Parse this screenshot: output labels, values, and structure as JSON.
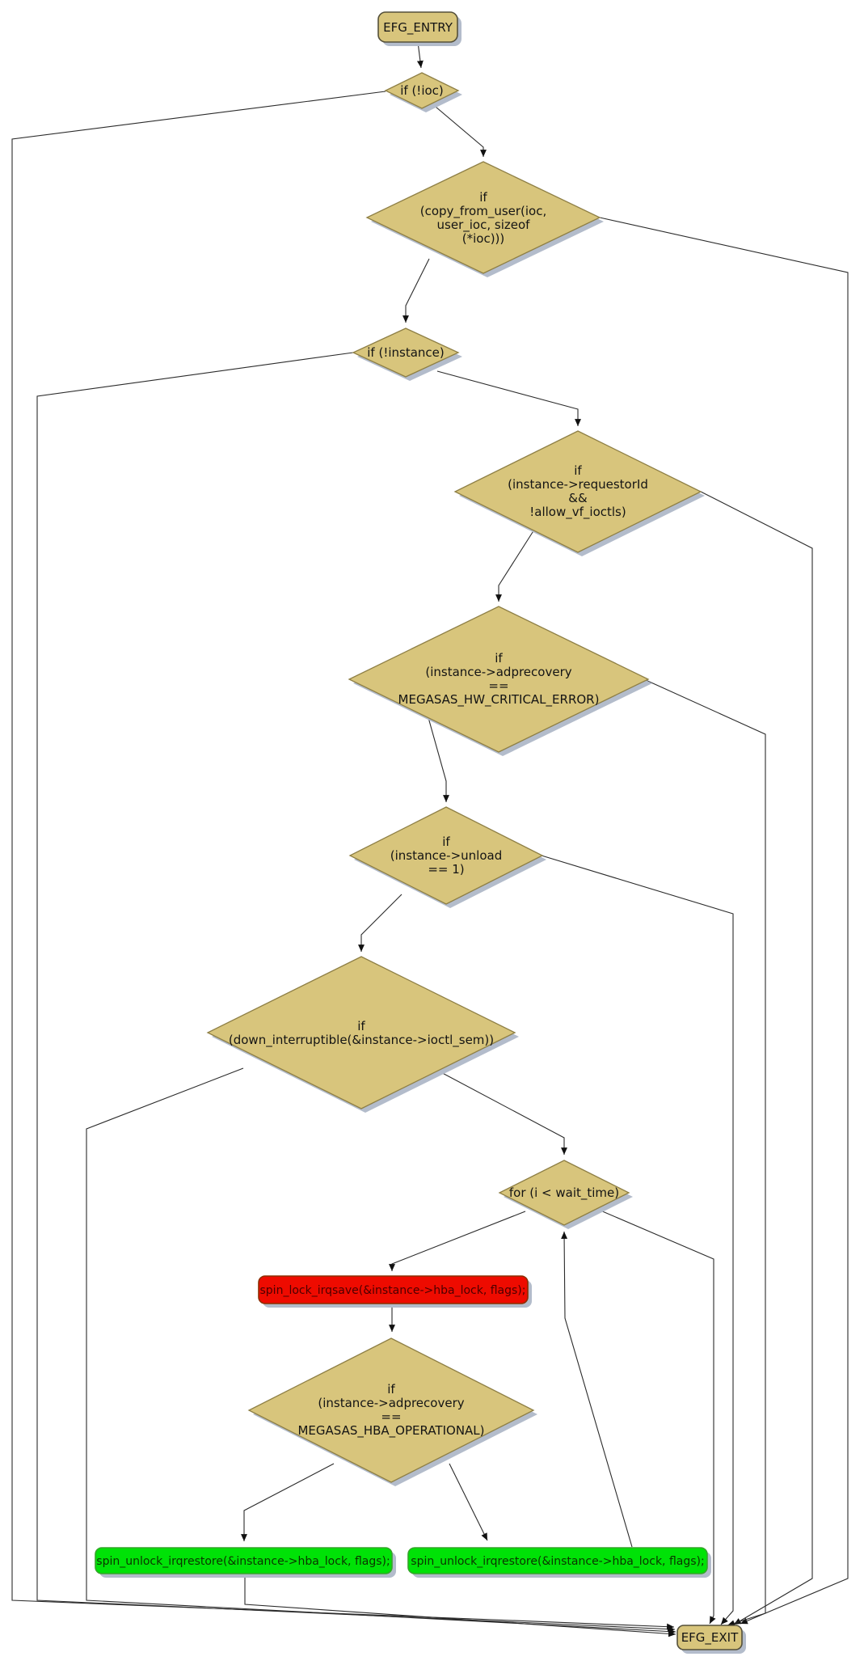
{
  "diagram": {
    "kind": "control-flow-graph",
    "entry_label": "EFG_ENTRY",
    "exit_label": "EFG_EXIT"
  },
  "colors": {
    "node_fill": "#d8c57c",
    "node_border": "#8e7f45",
    "lock_node_fill": "#ee0b00",
    "unlock_node_fill": "#00e207",
    "shadow": "#b3bccb",
    "edge": "#2b2b2b",
    "background": "#ffffff"
  },
  "nodes": {
    "entry": {
      "label": "EFG_ENTRY"
    },
    "if_ioc": {
      "lines": [
        "if (!ioc)"
      ]
    },
    "copy_from_user": {
      "lines": [
        "if",
        "(copy_from_user(ioc,",
        "user_ioc, sizeof",
        "(*ioc)))"
      ]
    },
    "if_instance": {
      "lines": [
        "if (!instance)"
      ]
    },
    "requestor": {
      "lines": [
        "if",
        "(instance->requestorId",
        "&&",
        "!allow_vf_ioctls)"
      ]
    },
    "hw_critical": {
      "lines": [
        "if",
        "(instance->adprecovery",
        "==",
        "MEGASAS_HW_CRITICAL_ERROR)"
      ]
    },
    "unload": {
      "lines": [
        "if",
        "(instance->unload",
        "== 1)"
      ]
    },
    "down_interruptible": {
      "lines": [
        "if",
        "(down_interruptible(&instance->ioctl_sem))"
      ]
    },
    "for_loop": {
      "lines": [
        "for (i < wait_time)"
      ]
    },
    "spin_lock": {
      "label": "spin_lock_irqsave(&instance->hba_lock, flags);"
    },
    "hba_operational": {
      "lines": [
        "if",
        "(instance->adprecovery",
        "==",
        "MEGASAS_HBA_OPERATIONAL)"
      ]
    },
    "spin_unlock_left": {
      "label": "spin_unlock_irqrestore(&instance->hba_lock, flags);"
    },
    "spin_unlock_right": {
      "label": "spin_unlock_irqrestore(&instance->hba_lock, flags);"
    },
    "exit": {
      "label": "EFG_EXIT"
    }
  },
  "edges": [
    {
      "from": "entry",
      "to": "if_ioc"
    },
    {
      "from": "if_ioc",
      "to": "copy_from_user"
    },
    {
      "from": "if_ioc",
      "to": "exit"
    },
    {
      "from": "copy_from_user",
      "to": "if_instance"
    },
    {
      "from": "copy_from_user",
      "to": "exit"
    },
    {
      "from": "if_instance",
      "to": "requestor"
    },
    {
      "from": "if_instance",
      "to": "exit"
    },
    {
      "from": "requestor",
      "to": "hw_critical"
    },
    {
      "from": "requestor",
      "to": "exit"
    },
    {
      "from": "hw_critical",
      "to": "unload"
    },
    {
      "from": "hw_critical",
      "to": "exit"
    },
    {
      "from": "unload",
      "to": "down_interruptible"
    },
    {
      "from": "unload",
      "to": "exit"
    },
    {
      "from": "down_interruptible",
      "to": "for_loop"
    },
    {
      "from": "down_interruptible",
      "to": "exit"
    },
    {
      "from": "for_loop",
      "to": "spin_lock"
    },
    {
      "from": "for_loop",
      "to": "exit"
    },
    {
      "from": "spin_lock",
      "to": "hba_operational"
    },
    {
      "from": "hba_operational",
      "to": "spin_unlock_left"
    },
    {
      "from": "hba_operational",
      "to": "spin_unlock_right"
    },
    {
      "from": "spin_unlock_right",
      "to": "for_loop"
    },
    {
      "from": "spin_unlock_left",
      "to": "exit"
    }
  ]
}
